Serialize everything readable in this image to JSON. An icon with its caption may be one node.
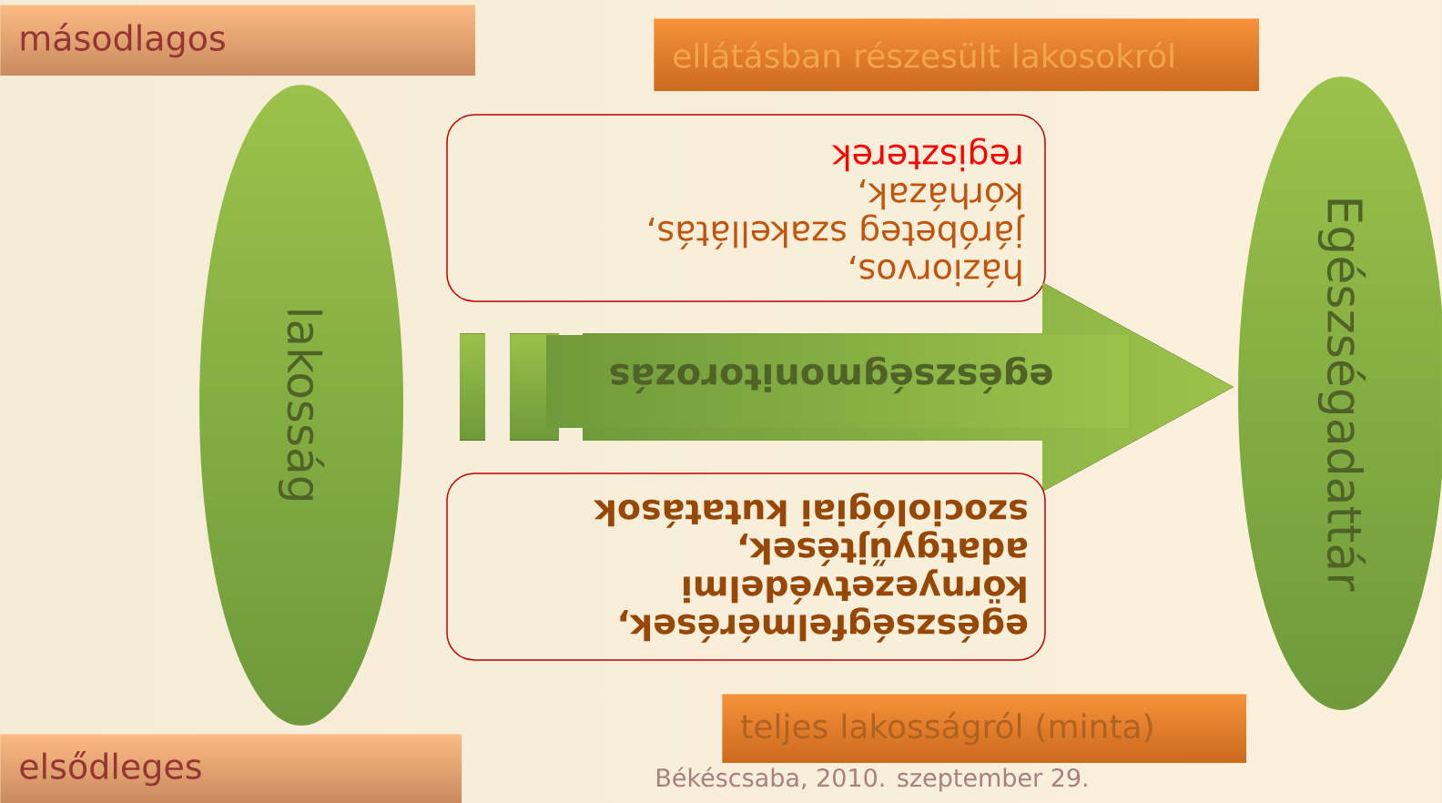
{
  "diagram": {
    "nodes": [
      {
        "text": [
          "másodlagos"
        ]
      },
      {
        "text": [
          "ellátásban részesült lakosokról"
        ]
      },
      {
        "text": [
          "lakosság"
        ]
      },
      {
        "text": [
          "háziorvos,",
          "járóbeteg szakellátás,",
          "kórházak,",
          "regiszterek"
        ]
      },
      {
        "text": [
          "egészségmonitorozás"
        ]
      },
      {
        "text": [
          "Egészségadattár"
        ]
      },
      {
        "text": [
          "egészségfelmérések, környezetvédelmi adatgyűjtések, szociológiai kutatások"
        ]
      },
      {
        "text": [
          "teljes lakosságról (minta)"
        ]
      },
      {
        "text": [
          "elsődleges"
        ]
      }
    ],
    "labels": [
      "Békéscsaba, 2010. szeptember 29."
    ]
  }
}
